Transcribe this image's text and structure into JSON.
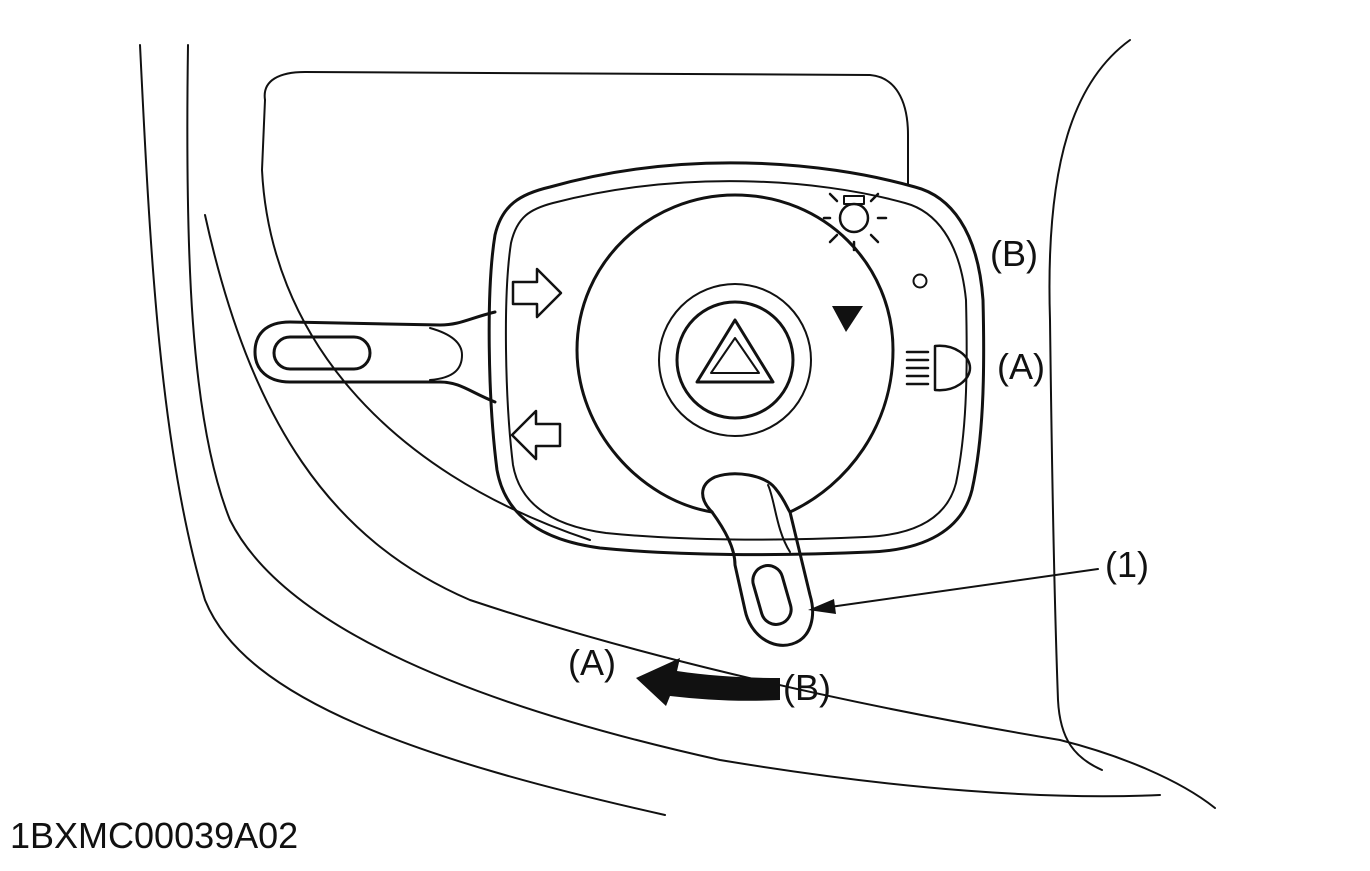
{
  "figure_code": "1BXMC00039A02",
  "callout_number": "(1)",
  "position_labels": {
    "dial_B": "(B)",
    "dial_A": "(A)",
    "arrow_A": "(A)",
    "arrow_B": "(B)"
  },
  "icons": [
    "hazard-triangle-icon",
    "turn-right-arrow-icon",
    "turn-left-arrow-icon",
    "work-light-icon",
    "headlight-icon",
    "pointer-triangle-icon",
    "off-dot-icon"
  ],
  "colors": {
    "line": "#111111",
    "background": "#ffffff"
  }
}
